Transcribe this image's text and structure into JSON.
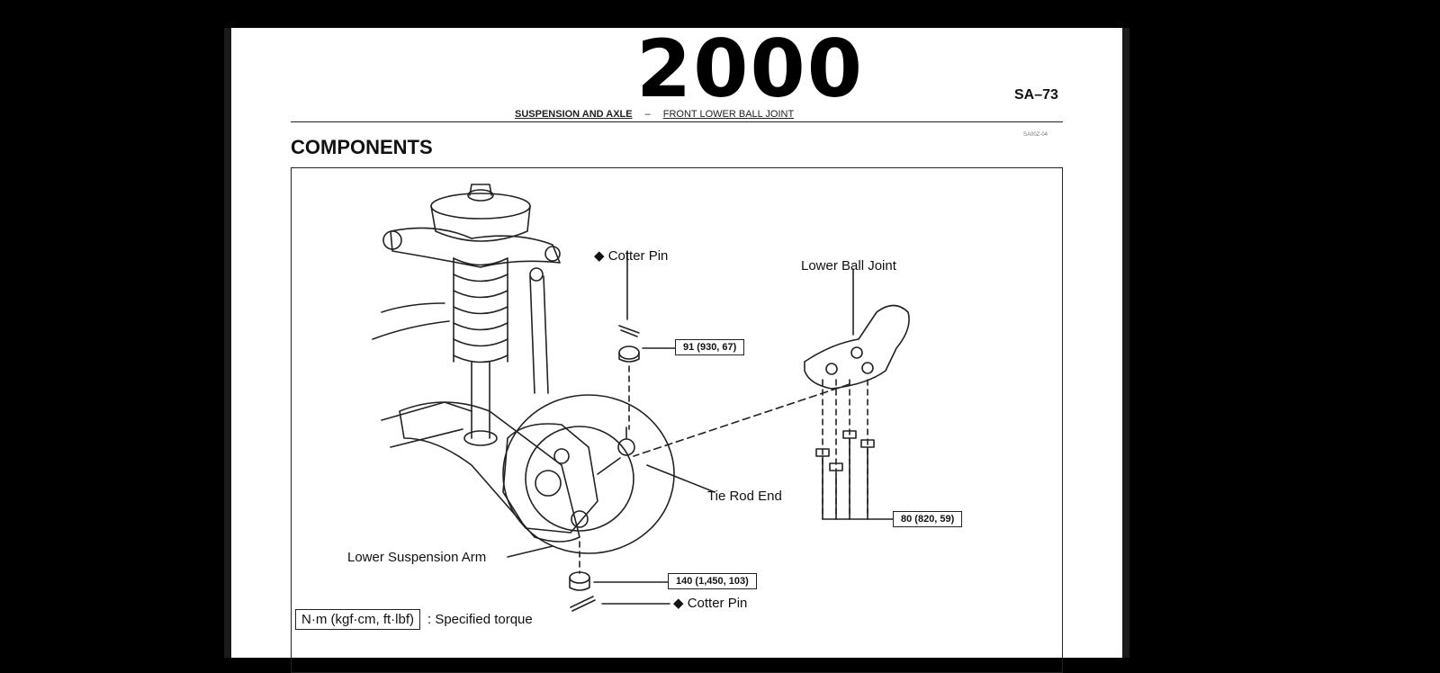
{
  "overlay": {
    "year": "2000"
  },
  "header": {
    "page_number": "SA–73",
    "section": "SUSPENSION AND AXLE",
    "separator": "–",
    "subsection": "FRONT LOWER BALL JOINT",
    "code": "SA00Z-04"
  },
  "title": "COMPONENTS",
  "figure": {
    "labels": {
      "cotter_pin_top": "◆ Cotter Pin",
      "lower_ball_joint": "Lower Ball Joint",
      "tie_rod_end": "Tie Rod End",
      "lower_suspension_arm": "Lower Suspension Arm",
      "cotter_pin_bottom": "◆ Cotter Pin"
    },
    "torque_values": {
      "top_nut": "91 (930, 67)",
      "ball_joint_bolts": "80 (820, 59)",
      "bottom_nut": "140 (1,450, 103)"
    },
    "legend": {
      "unit_box": "N·m (kgf·cm, ft·lbf)",
      "unit_desc": ": Specified torque"
    }
  }
}
